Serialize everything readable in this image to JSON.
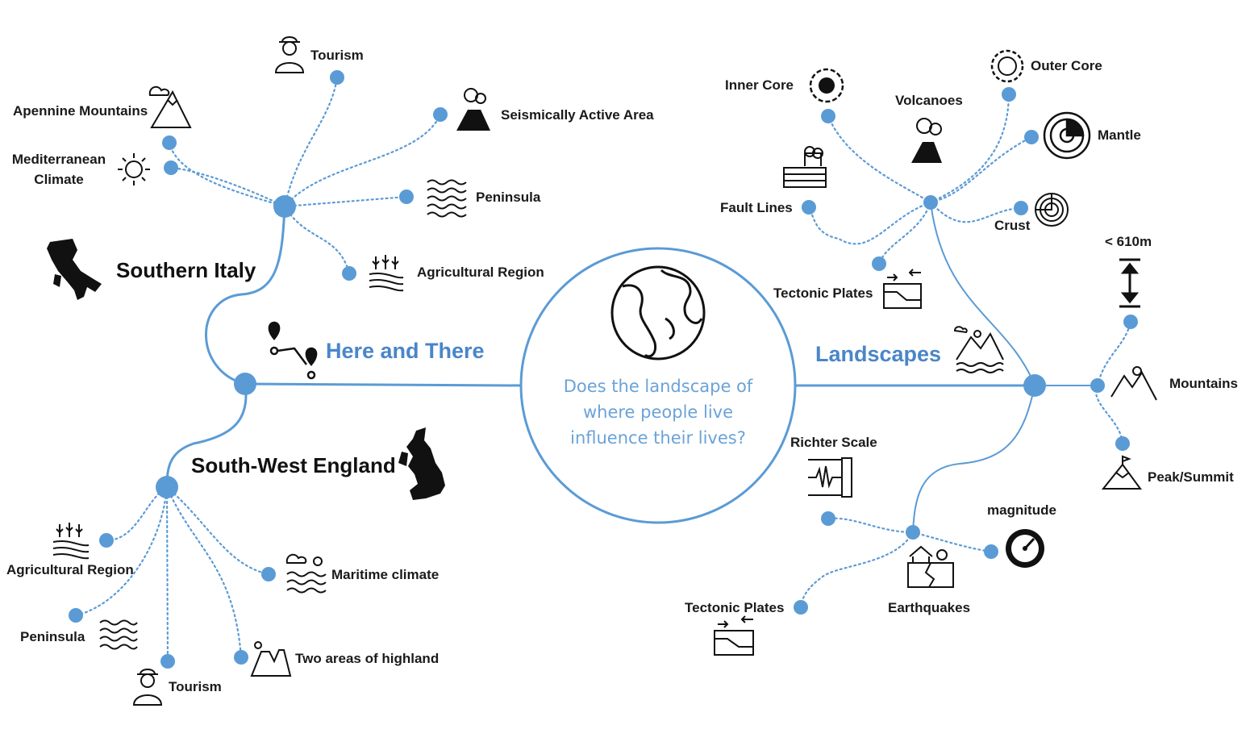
{
  "center": {
    "question": "Does the landscape of where people live influence their lives?"
  },
  "branches": {
    "left": "Here and There",
    "right": "Landscapes"
  },
  "southern_italy": {
    "title": "Southern Italy",
    "tourism": "Tourism",
    "apennine": "Apennine Mountains",
    "climate_line1": "Mediterranean",
    "climate_line2": "Climate",
    "seismic": "Seismically Active Area",
    "peninsula": "Peninsula",
    "agricultural": "Agricultural Region"
  },
  "south_west_england": {
    "title": "South-West England",
    "agricultural": "Agricultural Region",
    "maritime": "Maritime climate",
    "peninsula": "Peninsula",
    "tourism": "Tourism",
    "highland": "Two areas of highland"
  },
  "volcanoes": {
    "title": "Volcanoes",
    "inner_core": "Inner Core",
    "outer_core": "Outer Core",
    "mantle": "Mantle",
    "crust": "Crust",
    "fault_lines": "Fault Lines",
    "tectonic": "Tectonic Plates"
  },
  "mountains": {
    "title": "Mountains",
    "height": "< 610m",
    "peak": "Peak/Summit"
  },
  "earthquakes": {
    "title": "Earthquakes",
    "richter": "Richter Scale",
    "magnitude": "magnitude",
    "tectonic": "Tectonic Plates"
  },
  "colors": {
    "line": "#5b9bd5",
    "node": "#5b9bd5",
    "branch_text": "#4a86c8",
    "question_text": "#6aa3d8"
  }
}
